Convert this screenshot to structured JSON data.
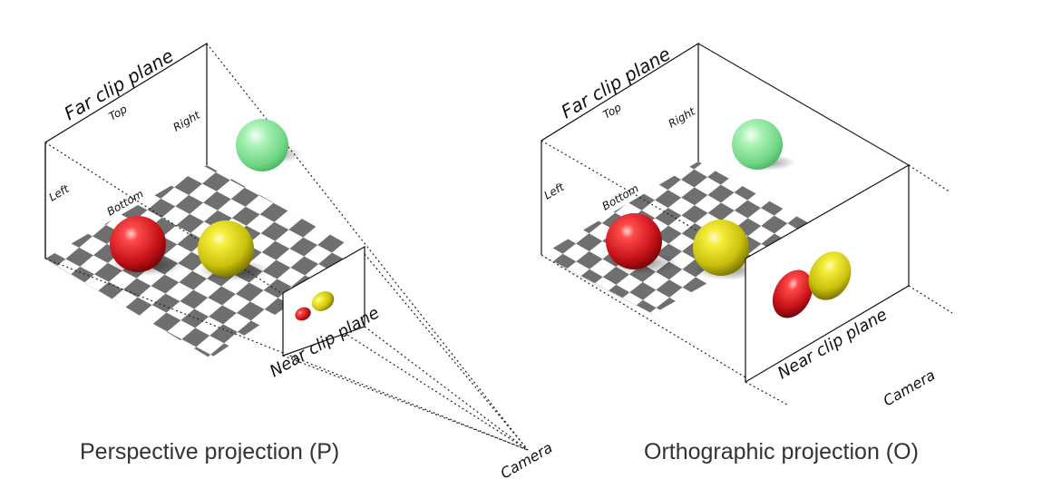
{
  "perspective": {
    "caption": "Perspective projection (P)",
    "far_clip_label": "Far clip plane",
    "near_clip_label": "Near clip plane",
    "top_label": "Top",
    "right_label": "Right",
    "left_label": "Left",
    "bottom_label": "Bottom",
    "camera_label": "Camera"
  },
  "orthographic": {
    "caption": "Orthographic projection (O)",
    "far_clip_label": "Far clip plane",
    "near_clip_label": "Near clip plane",
    "top_label": "Top",
    "right_label": "Right",
    "left_label": "Left",
    "bottom_label": "Bottom",
    "camera_label": "Camera"
  },
  "colors": {
    "red_sphere": "#d81c22",
    "yellow_sphere": "#d8cf10",
    "green_sphere": "#7be08f",
    "checker_dark": "#6f6f6f",
    "checker_light": "#ffffff"
  }
}
